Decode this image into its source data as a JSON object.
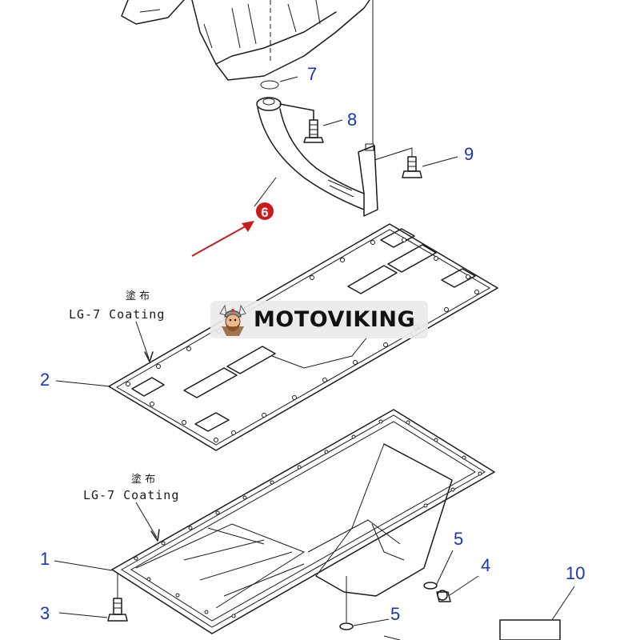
{
  "diagram": {
    "callouts": [
      "7",
      "8",
      "9",
      "6",
      "2",
      "1",
      "3",
      "5",
      "4",
      "10",
      "5"
    ],
    "highlighted_callout": "6",
    "coating_note_jp": "塗 布",
    "coating_note": "LG-7 Coating",
    "colors": {
      "callout": "#1a33b8",
      "highlight": "#cc1a1a",
      "line": "#1a1a1a"
    }
  },
  "watermark": {
    "brand": "MOTOVIKING",
    "icon": "viking-mascot-icon"
  }
}
